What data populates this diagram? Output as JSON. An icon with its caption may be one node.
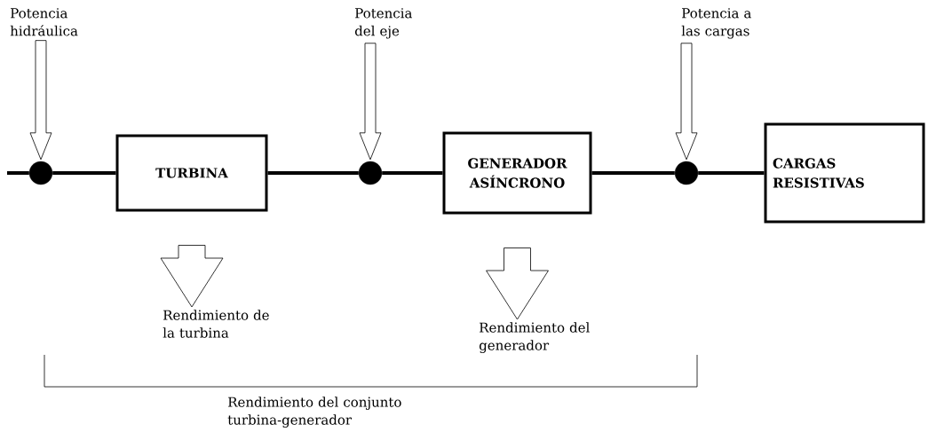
{
  "diagram": {
    "nodes": [
      {
        "text": [
          "Potencia hidráulica"
        ]
      },
      {
        "text": [
          "Potencia del eje"
        ]
      },
      {
        "text": [
          "Potencia a las cargas"
        ]
      },
      {
        "text": [],
        "shape": "circle"
      },
      {
        "text": [
          "TURBINA"
        ]
      },
      {
        "text": [],
        "shape": "circle"
      },
      {
        "text": [
          "GENERADOR ASÍNCRONO"
        ]
      },
      {
        "text": [],
        "shape": "circle"
      },
      {
        "text": [
          "CARGAS RESISTIVAS"
        ]
      },
      {
        "text": [
          "Rendimiento de la turbina"
        ]
      },
      {
        "text": [
          "Rendimiento del generador"
        ]
      }
    ],
    "edges": [
      {
        "from": 0,
        "to": 3,
        "arrow": "to"
      },
      {
        "from": 1,
        "to": 5,
        "arrow": "to"
      },
      {
        "from": 2,
        "to": 7,
        "arrow": "to"
      },
      {
        "from": null,
        "to": 3,
        "arrow": "none"
      },
      {
        "from": 3,
        "to": 4,
        "arrow": "none"
      },
      {
        "from": 4,
        "to": 5,
        "arrow": "none"
      },
      {
        "from": 5,
        "to": 6,
        "arrow": "none"
      },
      {
        "from": 6,
        "to": 7,
        "arrow": "none"
      },
      {
        "from": 7,
        "to": 8,
        "arrow": "none"
      },
      {
        "from": 4,
        "to": 9,
        "arrow": "to"
      },
      {
        "from": 6,
        "to": 10,
        "arrow": "to"
      }
    ],
    "labels": [
      "Rendimiento del conjunto turbina-generador"
    ]
  }
}
